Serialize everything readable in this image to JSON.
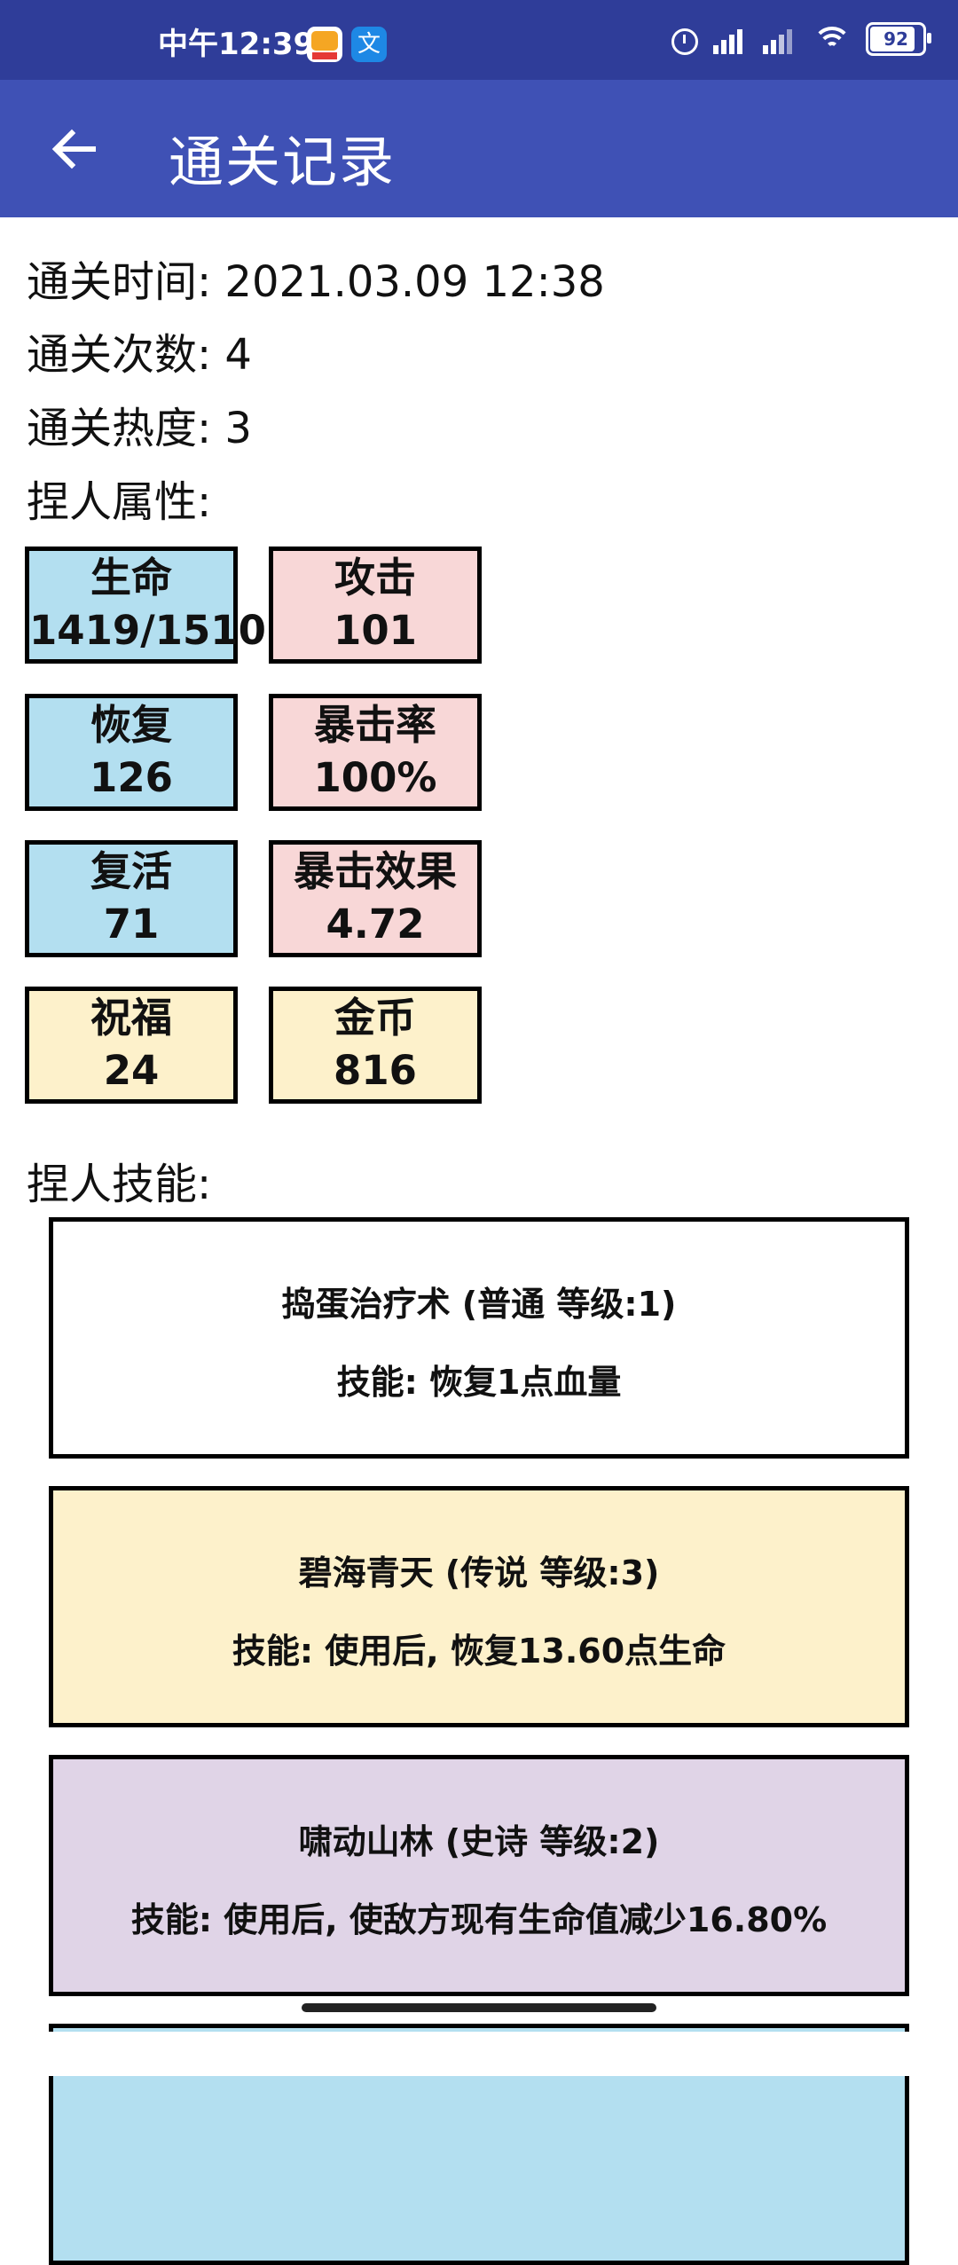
{
  "status_bar": {
    "time": "中午12:39",
    "battery": "92",
    "app_icons": [
      "video-app-icon",
      "translate-app-icon"
    ]
  },
  "app_bar": {
    "title": "通关记录",
    "back_icon": "arrow-left-icon"
  },
  "info": {
    "clear_time": "通关时间: 2021.03.09 12:38",
    "clear_count": "通关次数: 4",
    "clear_heat": "通关热度: 3",
    "attributes_label": "捏人属性:",
    "skills_label": "捏人技能:"
  },
  "stats": [
    {
      "label": "生命",
      "value": "1419/1510",
      "color": "#b3dff0"
    },
    {
      "label": "攻击",
      "value": "101",
      "color": "#f8d7d7"
    },
    {
      "label": "恢复",
      "value": "126",
      "color": "#b3dff0"
    },
    {
      "label": "暴击率",
      "value": "100%",
      "color": "#f8d7d7"
    },
    {
      "label": "复活",
      "value": "71",
      "color": "#b3dff0"
    },
    {
      "label": "暴击效果",
      "value": "4.72",
      "color": "#f8d7d7"
    },
    {
      "label": "祝福",
      "value": "24",
      "color": "#fdf1cb"
    },
    {
      "label": "金币",
      "value": "816",
      "color": "#fdf1cb"
    }
  ],
  "skills": [
    {
      "name": "捣蛋治疗术 (普通 等级:1)",
      "desc": "技能: 恢复1点血量",
      "color": "#ffffff"
    },
    {
      "name": "碧海青天 (传说 等级:3)",
      "desc": "技能: 使用后, 恢复13.60点生命",
      "color": "#fdf1cb"
    },
    {
      "name": "啸动山林 (史诗 等级:2)",
      "desc": "技能: 使用后, 使敌方现有生命值减少16.80%",
      "color": "#e0d4e7"
    },
    {
      "name": "",
      "desc": "",
      "color": "#b3dff0"
    }
  ],
  "colors": {
    "status_bar": "#2f3d99",
    "app_bar": "#3f51b5"
  }
}
